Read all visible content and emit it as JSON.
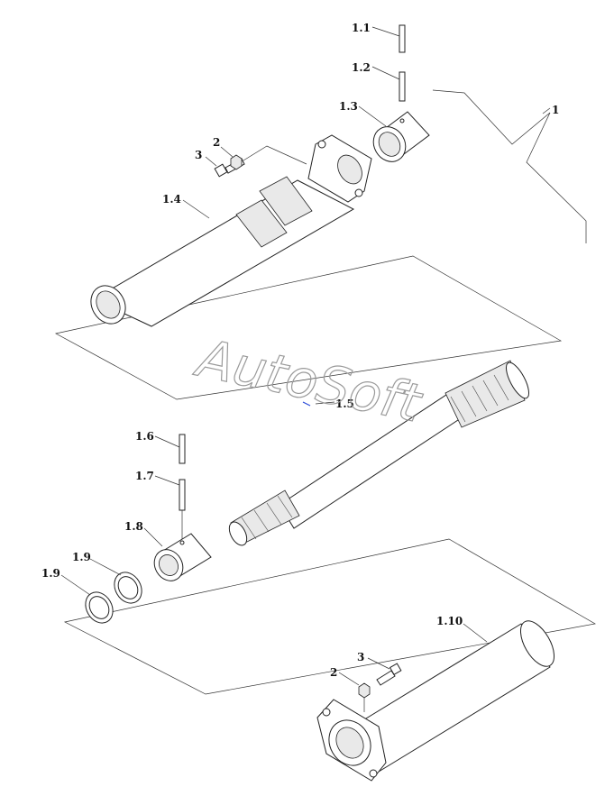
{
  "watermark": "AutoSoft",
  "callouts": {
    "c1": "1",
    "c1_1": "1.1",
    "c1_2": "1.2",
    "c1_3": "1.3",
    "c1_4": "1.4",
    "c1_5": "1.5",
    "c1_6": "1.6",
    "c1_7": "1.7",
    "c1_8": "1.8",
    "c1_9a": "1.9",
    "c1_9b": "1.9",
    "c1_10": "1.10",
    "c2_top": "2",
    "c3_top": "3",
    "c2_bot": "2",
    "c3_bot": "3"
  }
}
